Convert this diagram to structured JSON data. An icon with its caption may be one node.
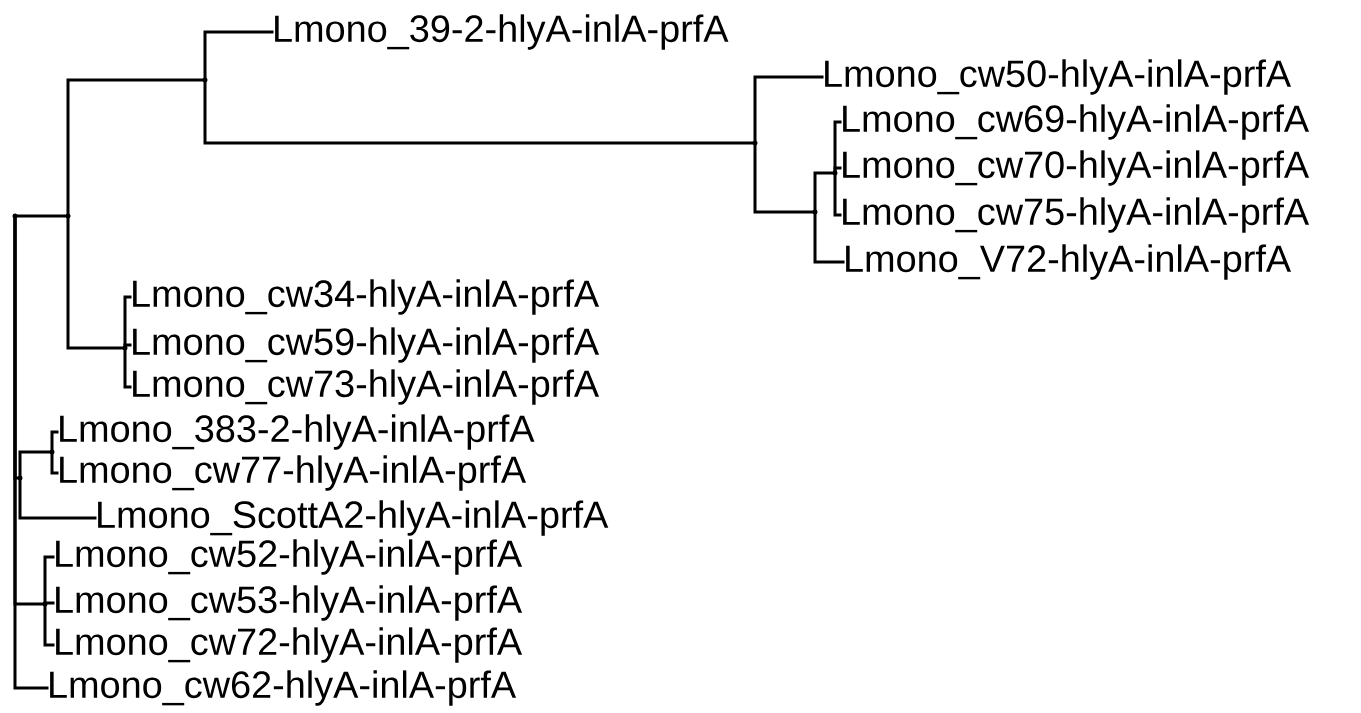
{
  "diagram": {
    "nodes": [
      {
        "text": [],
        "shape": "point"
      },
      {
        "text": [],
        "shape": "point"
      },
      {
        "text": [],
        "shape": "point"
      },
      {
        "text": [
          "Lmono_39-2-hlyA-inlA-prfA"
        ]
      },
      {
        "text": [],
        "shape": "point"
      },
      {
        "text": [
          "Lmono_cw50-hlyA-inlA-prfA"
        ]
      },
      {
        "text": [],
        "shape": "point"
      },
      {
        "text": [],
        "shape": "point"
      },
      {
        "text": [
          "Lmono_cw69-hlyA-inlA-prfA"
        ]
      },
      {
        "text": [
          "Lmono_cw70-hlyA-inlA-prfA"
        ]
      },
      {
        "text": [
          "Lmono_cw75-hlyA-inlA-prfA"
        ]
      },
      {
        "text": [
          "Lmono_V72-hlyA-inlA-prfA"
        ]
      },
      {
        "text": [],
        "shape": "point"
      },
      {
        "text": [
          "Lmono_cw34-hlyA-inlA-prfA"
        ]
      },
      {
        "text": [
          "Lmono_cw59-hlyA-inlA-prfA"
        ]
      },
      {
        "text": [
          "Lmono_cw73-hlyA-inlA-prfA"
        ]
      },
      {
        "text": [],
        "shape": "point"
      },
      {
        "text": [],
        "shape": "point"
      },
      {
        "text": [
          "Lmono_383-2-hlyA-inlA-prfA"
        ]
      },
      {
        "text": [
          "Lmono_cw77-hlyA-inlA-prfA"
        ]
      },
      {
        "text": [
          "Lmono_ScottA2-hlyA-inlA-prfA"
        ]
      },
      {
        "text": [],
        "shape": "point"
      },
      {
        "text": [
          "Lmono_cw52-hlyA-inlA-prfA"
        ]
      },
      {
        "text": [
          "Lmono_cw53-hlyA-inlA-prfA"
        ]
      },
      {
        "text": [
          "Lmono_cw72-hlyA-inlA-prfA"
        ]
      },
      {
        "text": [
          "Lmono_cw62-hlyA-inlA-prfA"
        ]
      }
    ],
    "edges": [
      {
        "from": 0,
        "to": 1,
        "arrow": "none"
      },
      {
        "from": 1,
        "to": 2,
        "arrow": "none"
      },
      {
        "from": 2,
        "to": 3,
        "arrow": "none"
      },
      {
        "from": 2,
        "to": 4,
        "arrow": "none"
      },
      {
        "from": 4,
        "to": 5,
        "arrow": "none"
      },
      {
        "from": 4,
        "to": 6,
        "arrow": "none"
      },
      {
        "from": 6,
        "to": 7,
        "arrow": "none"
      },
      {
        "from": 7,
        "to": 8,
        "arrow": "none"
      },
      {
        "from": 7,
        "to": 9,
        "arrow": "none"
      },
      {
        "from": 7,
        "to": 10,
        "arrow": "none"
      },
      {
        "from": 6,
        "to": 11,
        "arrow": "none"
      },
      {
        "from": 1,
        "to": 12,
        "arrow": "none"
      },
      {
        "from": 12,
        "to": 13,
        "arrow": "none"
      },
      {
        "from": 12,
        "to": 14,
        "arrow": "none"
      },
      {
        "from": 12,
        "to": 15,
        "arrow": "none"
      },
      {
        "from": 0,
        "to": 16,
        "arrow": "none"
      },
      {
        "from": 16,
        "to": 17,
        "arrow": "none"
      },
      {
        "from": 17,
        "to": 18,
        "arrow": "none"
      },
      {
        "from": 17,
        "to": 19,
        "arrow": "none"
      },
      {
        "from": 16,
        "to": 20,
        "arrow": "none"
      },
      {
        "from": 0,
        "to": 21,
        "arrow": "none"
      },
      {
        "from": 21,
        "to": 22,
        "arrow": "none"
      },
      {
        "from": 21,
        "to": 23,
        "arrow": "none"
      },
      {
        "from": 21,
        "to": 24,
        "arrow": "none"
      },
      {
        "from": 0,
        "to": 25,
        "arrow": "none"
      }
    ]
  }
}
